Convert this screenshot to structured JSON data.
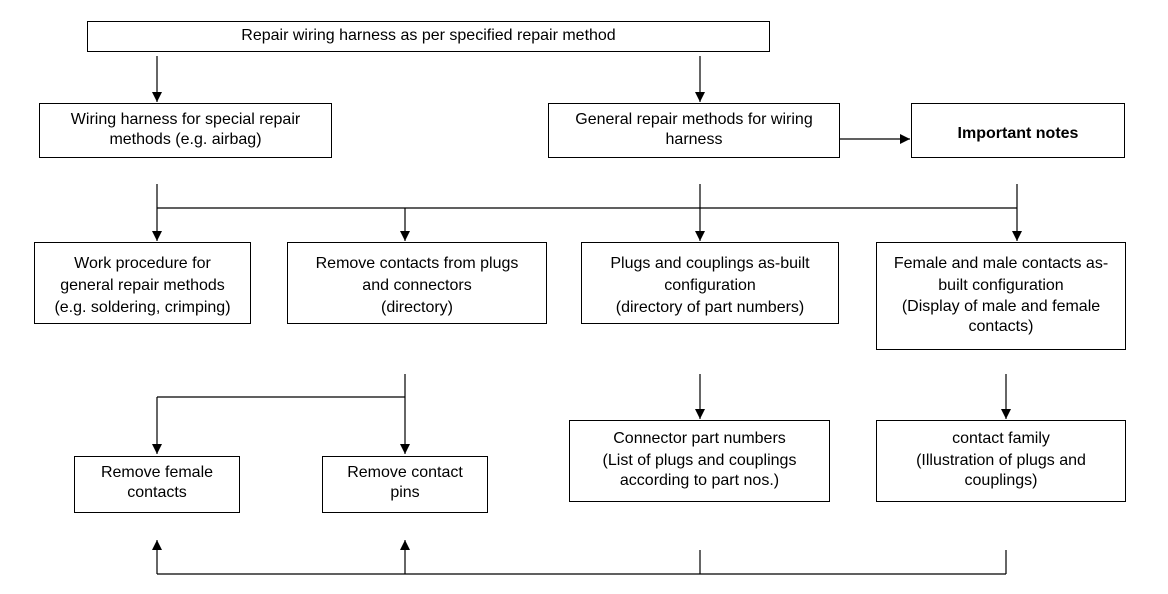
{
  "diagram": {
    "top": {
      "line1": "Repair wiring harness as per specified repair method"
    },
    "special": {
      "line1": "Wiring harness for special repair",
      "line2": "methods (e.g. airbag)"
    },
    "general": {
      "line1": "General repair methods for wiring",
      "line2": "harness"
    },
    "notes": {
      "line1": "Important notes"
    },
    "work": {
      "line1": "Work procedure for",
      "line2": "general repair methods",
      "line3": "(e.g. soldering, crimping)"
    },
    "remove_contacts": {
      "line1": "Remove contacts from plugs",
      "line2": "and connectors",
      "line3": "(directory)"
    },
    "plugs": {
      "line1": "Plugs and couplings as-built",
      "line2": "configuration",
      "line3": "(directory of part numbers)"
    },
    "female_male": {
      "line1": "Female and male contacts as-",
      "line2": "built configuration",
      "line3": "(Display of male and female",
      "line4": "contacts)"
    },
    "remove_female": {
      "line1": "Remove female",
      "line2": "contacts"
    },
    "remove_pins": {
      "line1": "Remove contact",
      "line2": "pins"
    },
    "connector_parts": {
      "line1": "Connector part numbers",
      "line2": "(List of plugs and couplings",
      "line3": "according to part nos.)"
    },
    "contact_family": {
      "line1": "contact family",
      "line2": "(Illustration of plugs and",
      "line3": "couplings)"
    }
  }
}
